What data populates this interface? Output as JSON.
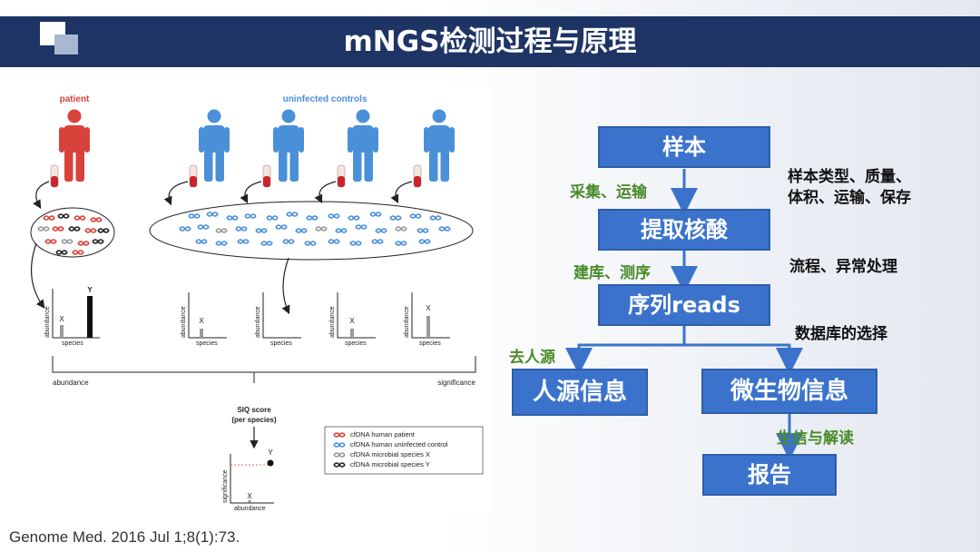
{
  "header": {
    "title": "mNGS检测过程与原理"
  },
  "figure": {
    "patient_label": "patient",
    "controls_label": "uninfected controls",
    "axis_y": "abundance",
    "axis_x": "species",
    "mark_x": "X",
    "mark_y": "Y",
    "bracket_left": "abundance",
    "bracket_right": "significance",
    "siq_line1": "SIQ score",
    "siq_line2": "(per species)",
    "siq_yaxis": "significance",
    "siq_xaxis": "abundance",
    "legend": [
      {
        "label": "cfDNA human patient",
        "color": "#d9423a"
      },
      {
        "label": "cfDNA human uninfected control",
        "color": "#4a90d9"
      },
      {
        "label": "cfDNA microbial species X",
        "color": "#9a9a9a"
      },
      {
        "label": "cfDNA microbial species Y",
        "color": "#222222"
      }
    ]
  },
  "citation": "Genome Med. 2016 Jul 1;8(1):73.",
  "flow": {
    "sample": "样本",
    "extract": "提取核酸",
    "sequence": "序列reads",
    "human": "人源信息",
    "microbe": "微生物信息",
    "report": "报告",
    "edge_collect": "采集、运输",
    "edge_library": "建库、测序",
    "edge_dehost": "去人源",
    "edge_interpret": "生信与解读",
    "note_sample_1": "样本类型、质量、",
    "note_sample_2": "体积、运输、保存",
    "note_process": "流程、异常处理",
    "note_db": "数据库的选择"
  },
  "colors": {
    "title_bg": "#1e3465",
    "box": "#3b73cc",
    "edge_label": "#4a8a2a",
    "patient": "#d9423a",
    "control": "#4a90d9"
  }
}
